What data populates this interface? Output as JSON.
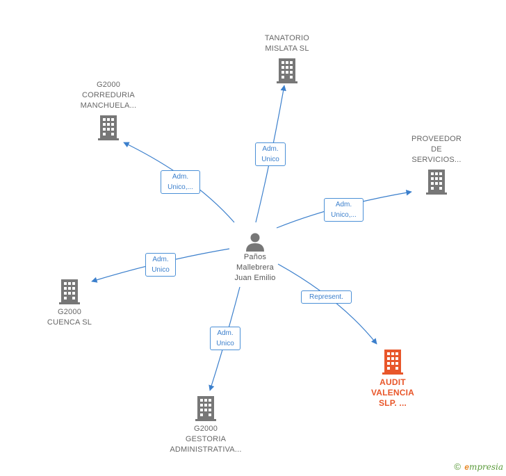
{
  "center": {
    "name": "Paños\nMallebrera\nJuan Emilio",
    "icon": "person-icon"
  },
  "companies": {
    "tanatorio": "TANATORIO\nMISLATA  SL",
    "correduria": "G2000\nCORREDURIA\nMANCHUELA...",
    "proveedor": "PROVEEDOR\nDE\nSERVICIOS...",
    "cuenca": "G2000\nCUENCA SL",
    "gestoria": "G2000\nGESTORIA\nADMINISTRATIVA...",
    "audit": "AUDIT\nVALENCIA\nSLP. ..."
  },
  "relations": {
    "tanatorio": "Adm.\nUnico",
    "correduria": "Adm.\nUnico,...",
    "proveedor": "Adm.\nUnico,...",
    "cuenca": "Adm.\nUnico",
    "gestoria": "Adm.\nUnico",
    "audit": "Represent."
  },
  "colors": {
    "edge": "#3b7fcc",
    "building": "#777777",
    "highlight": "#e8562a"
  },
  "footer": {
    "copyright": "©",
    "brand_initial": "e",
    "brand_rest": "mpresia"
  }
}
